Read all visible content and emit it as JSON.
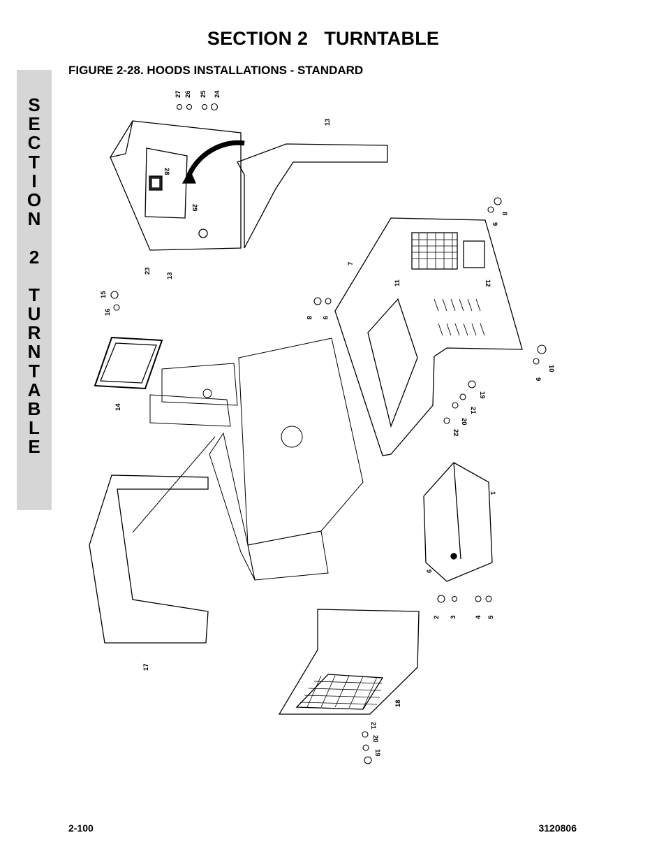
{
  "header": {
    "section_title": "SECTION 2   TURNTABLE",
    "figure_title": "FIGURE 2-28.  HOODS INSTALLATIONS - STANDARD"
  },
  "side_tab": {
    "letters": [
      "S",
      "E",
      "C",
      "T",
      "I",
      "O",
      "N",
      "",
      "2",
      "",
      "T",
      "U",
      "R",
      "N",
      "T",
      "A",
      "B",
      "L",
      "E"
    ]
  },
  "diagram": {
    "callouts": [
      "27",
      "26",
      "25",
      "24",
      "13",
      "28",
      "29",
      "23",
      "13",
      "8",
      "9",
      "7",
      "11",
      "12",
      "15",
      "16",
      "14",
      "8",
      "9",
      "10",
      "9",
      "19",
      "21",
      "20",
      "22",
      "1",
      "6",
      "2",
      "3",
      "4",
      "5",
      "17",
      "18",
      "21",
      "20",
      "19"
    ]
  },
  "footer": {
    "page_number": "2-100",
    "doc_number": "3120806"
  }
}
